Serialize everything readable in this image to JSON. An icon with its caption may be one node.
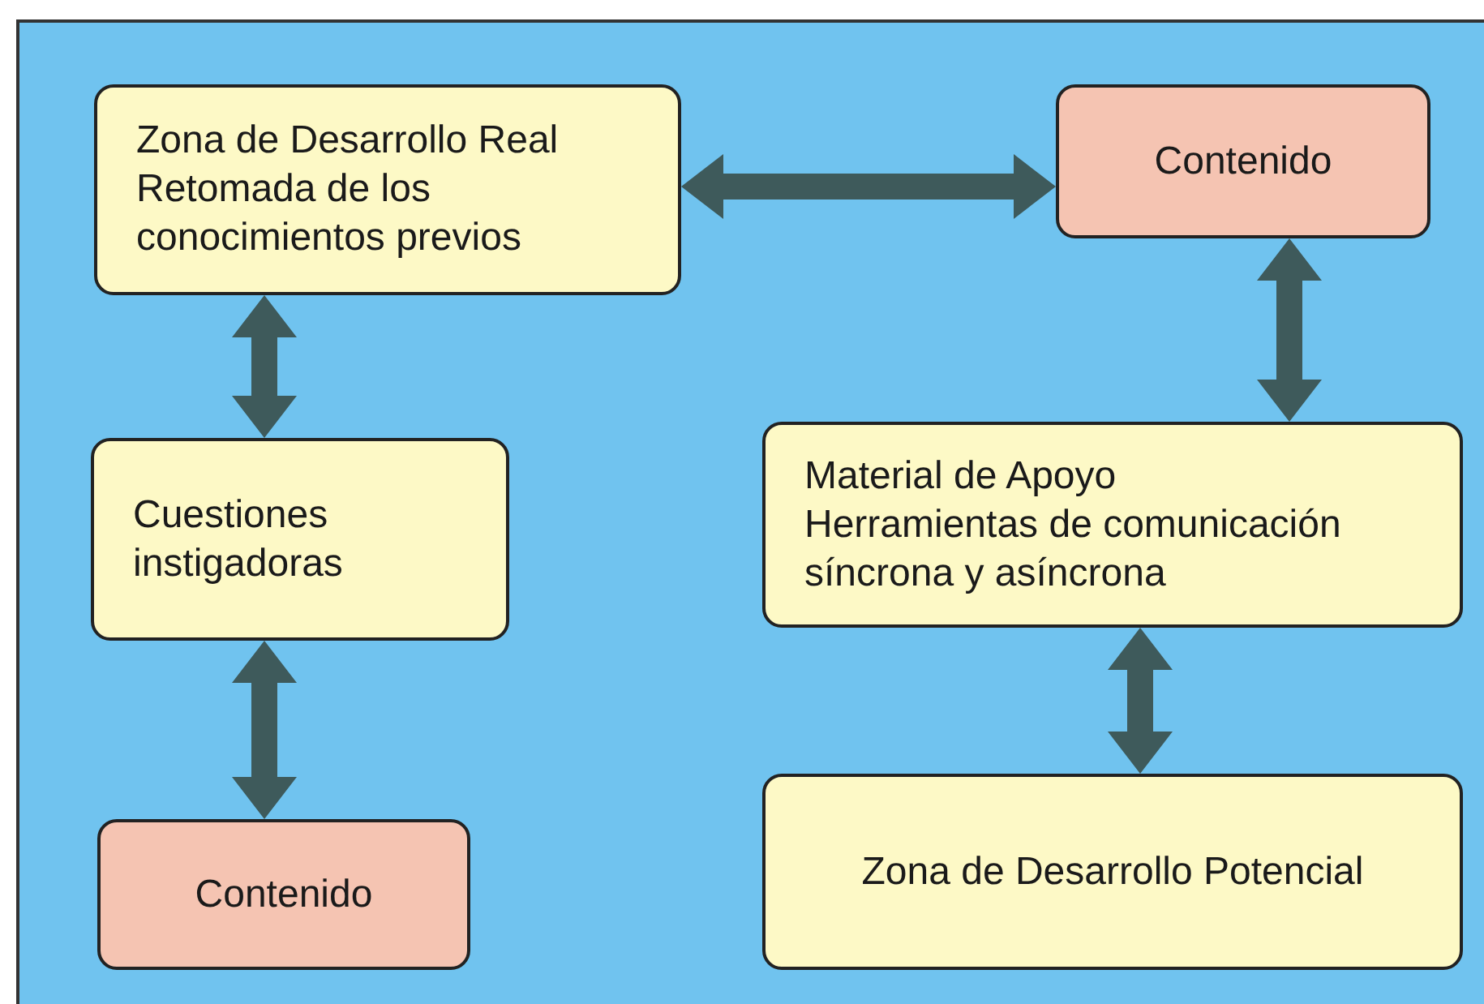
{
  "diagram": {
    "nodes": [
      {
        "text": [
          "Zona de Desarrollo Real",
          "Retomada de los conocimientos previos"
        ]
      },
      {
        "text": [
          "Contenido"
        ]
      },
      {
        "text": [
          "Cuestiones instigadoras"
        ]
      },
      {
        "text": [
          "Material de Apoyo",
          "Herramientas de comunicación síncrona y asíncrona"
        ]
      },
      {
        "text": [
          "Contenido"
        ]
      },
      {
        "text": [
          "Zona de Desarrollo Potencial"
        ]
      }
    ],
    "edges": [
      {
        "from": 0,
        "to": 1,
        "arrow": "both"
      },
      {
        "from": 0,
        "to": 2,
        "arrow": "both"
      },
      {
        "from": 2,
        "to": 4,
        "arrow": "both"
      },
      {
        "from": 1,
        "to": 3,
        "arrow": "both"
      },
      {
        "from": 3,
        "to": 5,
        "arrow": "both"
      }
    ]
  }
}
